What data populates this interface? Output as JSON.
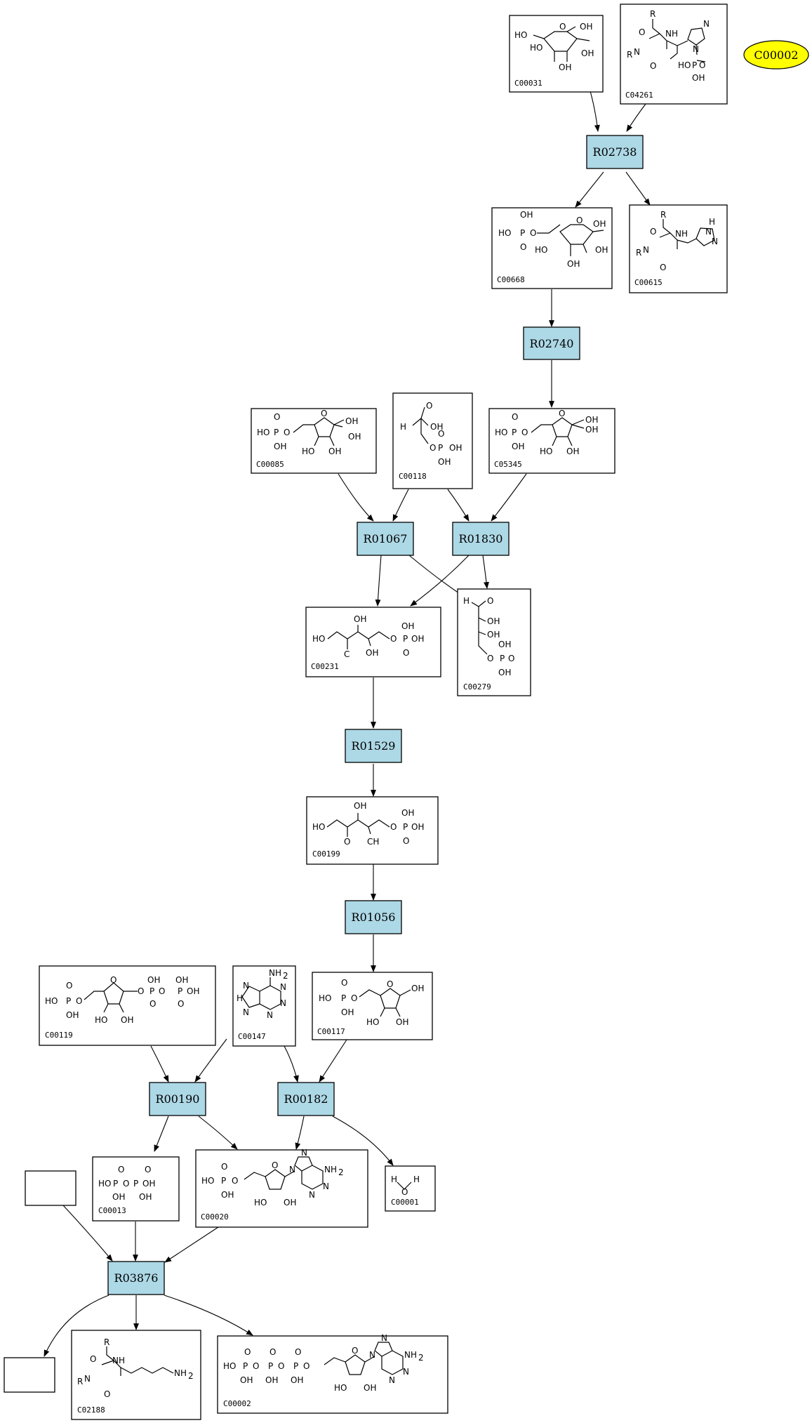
{
  "reactions": [
    "R02738",
    "R02740",
    "R01067",
    "R01830",
    "R01529",
    "R01056",
    "R00190",
    "R00182",
    "R03876"
  ],
  "compounds": {
    "C00031": "C00031",
    "C04261": "C04261",
    "C00668": "C00668",
    "C00615": "C00615",
    "C00085": "C00085",
    "C00118": "C00118",
    "C05345": "C05345",
    "C00231": "C00231",
    "C00279": "C00279",
    "C00199": "C00199",
    "C00119": "C00119",
    "C00147": "C00147",
    "C00117": "C00117",
    "C00013": "C00013",
    "C00020": "C00020",
    "C00001": "C00001",
    "C02188": "C02188",
    "C00002": "C00002"
  },
  "highlight": {
    "label": "C00002",
    "color": "#ffff00"
  },
  "reaction_color": "#add8e6"
}
